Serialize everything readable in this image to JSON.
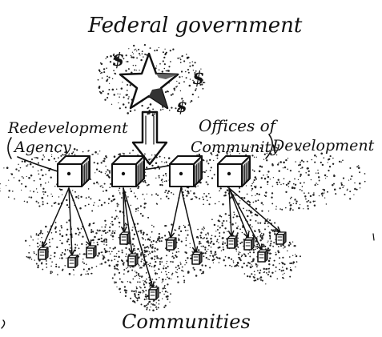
{
  "labels": {
    "top": "Federal government",
    "left_line1": "Redevelopment",
    "left_line2": "Agency",
    "right_line1": "Offices of",
    "right_line2": "Community",
    "right_line3": "Development",
    "bottom": "Communities"
  },
  "money_symbol": "$",
  "colors": {
    "ink": "#111111",
    "paper": "#ffffff",
    "box_side": "#d9d9d9",
    "shade": "#555555"
  },
  "icons": {
    "federal": "star-icon",
    "agency": "cube-box-icon",
    "community": "small-cube-icon",
    "flow": "down-arrow-icon"
  }
}
